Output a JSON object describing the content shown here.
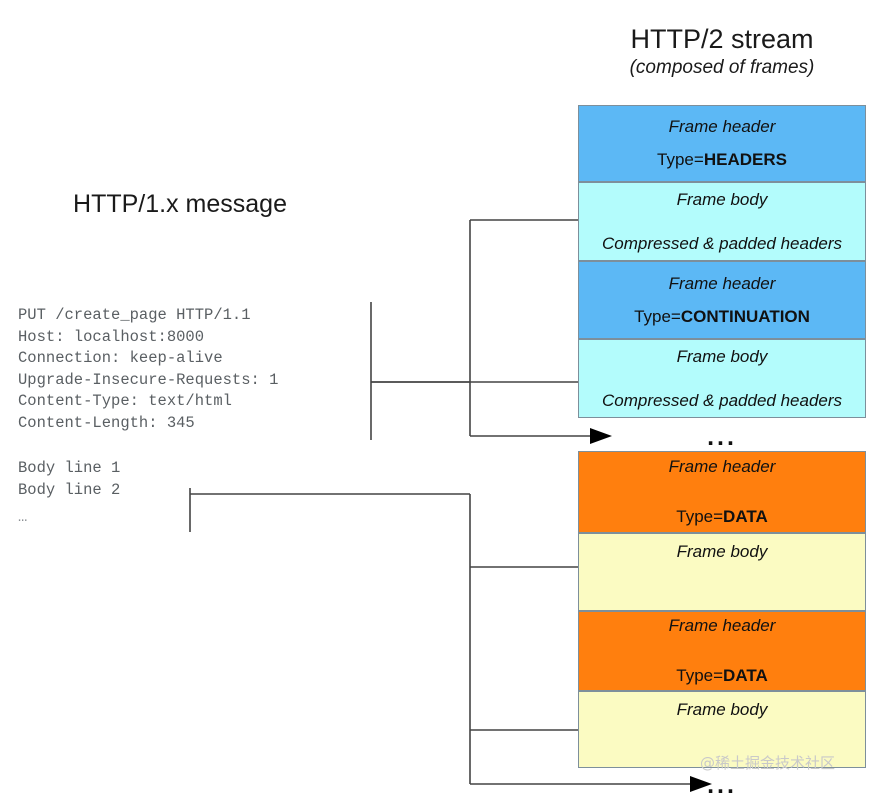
{
  "diagram": {
    "title_left": "HTTP/1.x message",
    "title_right": "HTTP/2 stream",
    "subtitle_right": "(composed of frames)",
    "watermark": "@稀土掘金技术社区",
    "ellipsis": "…",
    "dots": "...",
    "colors": {
      "header_blue": "#5cb8f5",
      "body_cyan": "#b3fcfc",
      "header_orange": "#ff7f0e",
      "body_yellow": "#fbfbc2",
      "block_border": "#7d8f9b",
      "connector": "#444444",
      "text": "#111111",
      "mono_text": "#5a5f63",
      "watermark": "#c9c9c9"
    }
  },
  "http1_message": {
    "headers_text": "PUT /create_page HTTP/1.1\nHost: localhost:8000\nConnection: keep-alive\nUpgrade-Insecure-Requests: 1\nContent-Type: text/html\nContent-Length: 345",
    "body_text": "Body line 1\nBody line 2",
    "body_ellipsis": "…"
  },
  "http2_stream": {
    "frames": [
      {
        "kind": "header",
        "label": "Frame header",
        "type_prefix": "Type=",
        "type_value": "HEADERS",
        "color": "#5cb8f5"
      },
      {
        "kind": "body",
        "label": "Frame body",
        "detail": "Compressed & padded headers",
        "color": "#b3fcfc"
      },
      {
        "kind": "header",
        "label": "Frame header",
        "type_prefix": "Type=",
        "type_value": "CONTINUATION",
        "color": "#5cb8f5"
      },
      {
        "kind": "body",
        "label": "Frame body",
        "detail": "Compressed & padded headers",
        "color": "#b3fcfc"
      }
    ],
    "headers_more": "...",
    "data_frames": [
      {
        "kind": "header",
        "label": "Frame header",
        "type_prefix": "Type=",
        "type_value": "DATA",
        "color": "#ff7f0e"
      },
      {
        "kind": "body",
        "label": "Frame body",
        "detail": "",
        "color": "#fbfbc2"
      },
      {
        "kind": "header",
        "label": "Frame header",
        "type_prefix": "Type=",
        "type_value": "DATA",
        "color": "#ff7f0e"
      },
      {
        "kind": "body",
        "label": "Frame body",
        "detail": "",
        "color": "#fbfbc2"
      }
    ],
    "data_more": "..."
  }
}
